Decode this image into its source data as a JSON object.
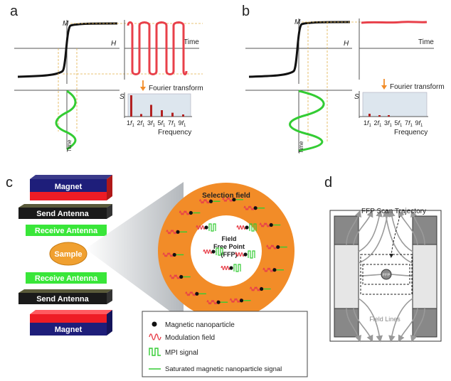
{
  "panel_a": {
    "letter": "a",
    "m_label": "M",
    "h_label": "H",
    "time_label": "Time",
    "time_label_vertical": "Time",
    "s_label": "S",
    "fourier_label": "Fourier transform",
    "freq_label": "Frequency",
    "ticks": [
      "1f",
      "2f",
      "3f",
      "5f",
      "7f",
      "9f"
    ],
    "tick_sub": "1",
    "spectrum_values": [
      1.0,
      0.12,
      0.55,
      0.3,
      0.18,
      0.1
    ]
  },
  "panel_b": {
    "letter": "b",
    "m_label": "M",
    "h_label": "H",
    "time_label": "Time",
    "time_label_vertical": "Time",
    "s_label": "S",
    "fourier_label": "Fourier transform",
    "freq_label": "Frequency",
    "ticks": [
      "1f",
      "2f",
      "3f",
      "5f",
      "7f",
      "9f"
    ],
    "tick_sub": "1"
  },
  "panel_c": {
    "letter": "c",
    "magnet_top": "Magnet",
    "send_top": "Send Antenna",
    "receive_top": "Receive Antenna",
    "sample": "Sample",
    "receive_bottom": "Receive Antenna",
    "send_bottom": "Send Antenna",
    "magnet_bottom": "Magnet",
    "selection_field": "Selection field",
    "ffp_line1": "Field",
    "ffp_line2": "Free Point",
    "ffp_line3": "(FFP)",
    "legend": [
      "Magnetic nanoparticle",
      "Modulation field",
      "MPI signal",
      "Saturated magnetic nanoparticle signal"
    ]
  },
  "panel_d": {
    "letter": "d",
    "scan_label": "FFP Scan Trajectory",
    "ffp_label": "FFP",
    "field_lines_label": "Field Lines"
  },
  "colors": {
    "red_curve": "#e8404a",
    "green_curve": "#33cc33",
    "orange": "#f28c28",
    "magnet_blue": "#1e1e7a",
    "magnet_red": "#ee1c25",
    "antenna_green": "#39e639",
    "spectrum_bar": "#b22222",
    "spectrum_bg": "#dde6ee"
  }
}
